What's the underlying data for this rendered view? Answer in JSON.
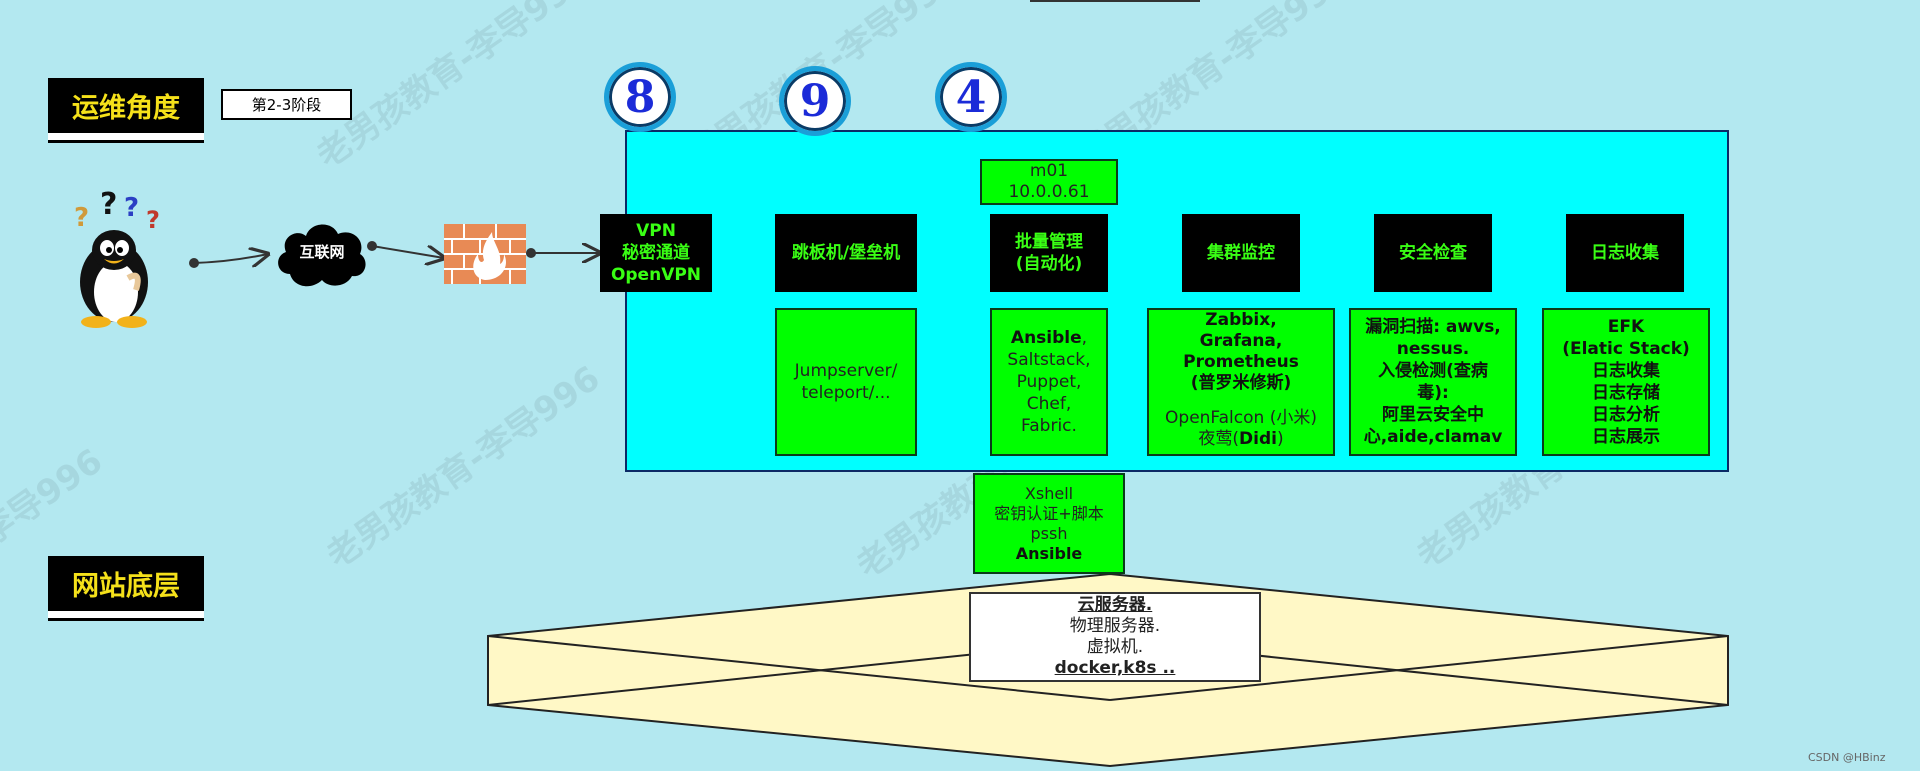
{
  "watermarks": [
    "老男孩教育-李导996",
    "老男孩教育-李导996",
    "老男孩教育-李导996",
    "老男孩教育-李导996",
    "老男孩教育-李导996",
    "老男孩教育-李导996",
    "李导996"
  ],
  "header": {
    "ops_title": "运维角度",
    "stage_label": "第2-3阶段",
    "site_title": "网站底层"
  },
  "badges": [
    "8",
    "9",
    "4"
  ],
  "left_flow": {
    "cloud_label": "互联网"
  },
  "m01": {
    "line1": "m01",
    "line2": "10.0.0.61"
  },
  "nodes": {
    "vpn": [
      "VPN",
      "秘密通道",
      "OpenVPN"
    ],
    "jump": "跳板机/堡垒机",
    "batch": [
      "批量管理",
      "(自动化)"
    ],
    "monitor": "集群监控",
    "security": "安全检查",
    "log": "日志收集"
  },
  "details": {
    "jump": [
      "Jumpserver/",
      "teleport/..."
    ],
    "batch": [
      "Ansible",
      ",",
      "Saltstack,",
      "Puppet,",
      "Chef,",
      "Fabric."
    ],
    "monitor": [
      "Zabbix,",
      "Grafana,",
      "Prometheus",
      "(普罗米修斯)",
      "OpenFalcon (小米)",
      "夜莺(",
      "Didi",
      ")"
    ],
    "security": [
      "漏洞扫描: awvs,",
      "nessus.",
      "入侵检测(查病",
      "毒):",
      "阿里云安全中",
      "心,aide,clamav"
    ],
    "log": [
      "EFK",
      "(Elatic Stack)",
      "日志收集",
      "日志存储",
      "日志分析",
      "日志展示"
    ]
  },
  "xshell": [
    "Xshell",
    "密钥认证+脚本",
    "pssh",
    "Ansible"
  ],
  "servers": [
    "云服务器.",
    "物理服务器.",
    "虚拟机.",
    "docker,k8s .."
  ],
  "credit": "CSDN @HBinz",
  "colors": {
    "background": "#b3e8f0",
    "panel": "#00ffff",
    "node": "#000000",
    "node_text": "#39ff14",
    "detail": "#00ff00",
    "title_text": "#f5e11a",
    "badge_digit": "#1b2bd8",
    "wall": "#fff8c6",
    "firewall": "#e88a55"
  },
  "icons": [
    "penguin-icon",
    "question-marks-icon",
    "cloud-icon",
    "firewall-icon"
  ]
}
